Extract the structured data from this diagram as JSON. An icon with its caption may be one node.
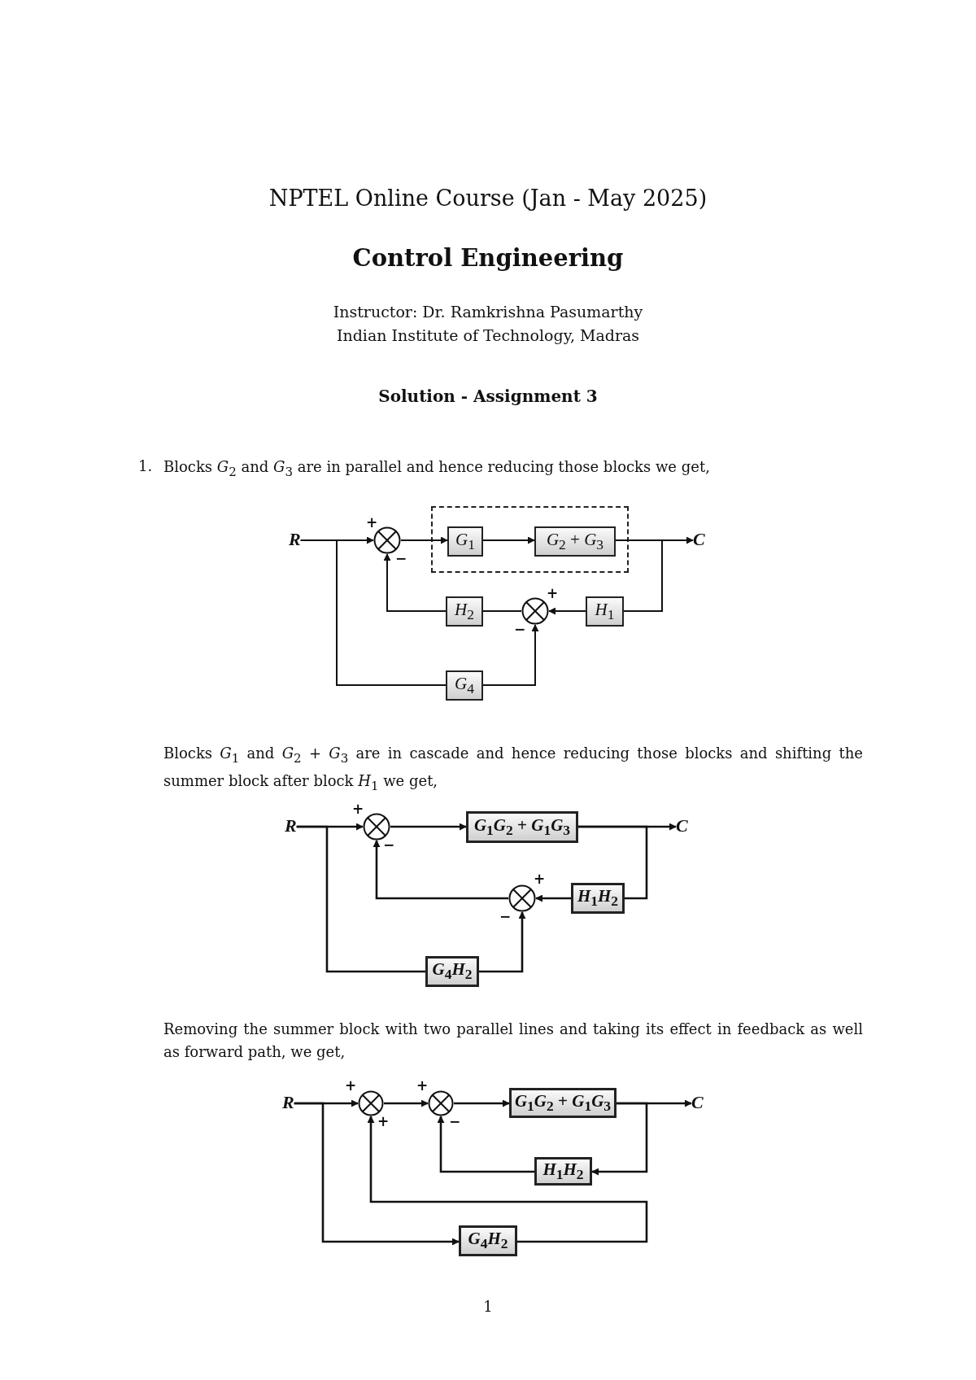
{
  "diagram": {
    "title": "NPTEL Online Course (Jan - May 2025)",
    "nodes": [
      {
        "text": [
          "*R*"
        ]
      },
      {
        "text": [],
        "shape": "circle",
        "beside": [
          "+",
          "−"
        ]
      },
      {
        "text": [],
        "shape": "box"
      },
      {
        "text": [
          "*G*$_{1}$"
        ],
        "in": 2
      },
      {
        "text": [
          "*G*$_{2}$ + *G*$_{3}$"
        ],
        "in": 2
      },
      {
        "text": [
          "*C*"
        ]
      },
      {
        "text": [
          "*H*$_{2}$"
        ]
      },
      {
        "text": [],
        "shape": "circle",
        "beside": [
          "+",
          "−"
        ]
      },
      {
        "text": [
          "*H*$_{1}$"
        ]
      },
      {
        "text": [
          "*G*$_{4}$"
        ]
      },
      {
        "text": [
          "*R*"
        ]
      },
      {
        "text": [],
        "shape": "circle",
        "beside": [
          "+",
          "−"
        ]
      },
      {
        "text": [
          "*G*$_{1}$*G*$_{2}$ + *G*$_{1}$*G*$_{3}$"
        ]
      },
      {
        "text": [
          "*C*"
        ]
      },
      {
        "text": [],
        "shape": "circle",
        "beside": [
          "+",
          "−"
        ]
      },
      {
        "text": [
          "*H*$_{1}$*H*$_{2}$"
        ]
      },
      {
        "text": [
          "*G*$_{4}$*H*$_{2}$"
        ]
      },
      {
        "text": [
          "*R*"
        ]
      },
      {
        "text": [],
        "shape": "circle",
        "beside": [
          "+",
          "+"
        ]
      },
      {
        "text": [],
        "shape": "circle",
        "beside": [
          "+",
          "−"
        ]
      },
      {
        "text": [
          "*G*$_{1}$*G*$_{2}$ + *G*$_{1}$*G*$_{3}$"
        ]
      },
      {
        "text": [
          "*C*"
        ]
      },
      {
        "text": [
          "*H*$_{1}$*H*$_{2}$"
        ]
      },
      {
        "text": [
          "*G*$_{4}$*H*$_{2}$"
        ]
      }
    ],
    "edges": [
      {
        "from": 0,
        "to": 1,
        "arrow": "to"
      },
      {
        "from": 0,
        "to": 9,
        "arrow": "none"
      },
      {
        "from": 1,
        "to": 3,
        "arrow": "to"
      },
      {
        "from": 3,
        "to": 4,
        "arrow": "to"
      },
      {
        "from": 4,
        "to": 5,
        "arrow": "to"
      },
      {
        "from": 4,
        "to": 8,
        "arrow": "none"
      },
      {
        "from": 8,
        "to": 7,
        "arrow": "to"
      },
      {
        "from": 7,
        "to": 6,
        "arrow": "none"
      },
      {
        "from": 6,
        "to": 1,
        "arrow": "to"
      },
      {
        "from": 9,
        "to": 7,
        "arrow": "to"
      },
      {
        "from": 10,
        "to": 11,
        "arrow": "to"
      },
      {
        "from": 10,
        "to": 16,
        "arrow": "none"
      },
      {
        "from": 11,
        "to": 12,
        "arrow": "to"
      },
      {
        "from": 12,
        "to": 13,
        "arrow": "to"
      },
      {
        "from": 12,
        "to": 15,
        "arrow": "none"
      },
      {
        "from": 15,
        "to": 14,
        "arrow": "to"
      },
      {
        "from": 14,
        "to": 11,
        "arrow": "to"
      },
      {
        "from": 16,
        "to": 14,
        "arrow": "to"
      },
      {
        "from": 17,
        "to": 18,
        "arrow": "to"
      },
      {
        "from": 17,
        "to": 23,
        "arrow": "to"
      },
      {
        "from": 18,
        "to": 19,
        "arrow": "to"
      },
      {
        "from": 19,
        "to": 20,
        "arrow": "to"
      },
      {
        "from": 20,
        "to": 21,
        "arrow": "to"
      },
      {
        "from": 20,
        "to": 22,
        "arrow": "to"
      },
      {
        "from": 22,
        "to": 19,
        "arrow": "to"
      },
      {
        "from": 23,
        "to": 18,
        "arrow": "to"
      }
    ],
    "labels": [
      "Control Engineering",
      "Instructor: Dr. Ramkrishna Pasumarthy",
      "Indian Institute of Technology, Madras",
      "Solution - Assignment 3",
      "1.",
      "Blocks *G*$_{2}$ and *G*$_{3}$ are in parallel and hence reducing those blocks we get,",
      "Blocks *G*$_{1}$ and *G*$_{2}$ + *G*$_{3}$ are in cascade and hence reducing those blocks and shifting the summer block after block *H*$_{1}$ we get,",
      "Removing the summer block with two parallel lines and taking its effect in feedback as well as forward path, we get,",
      "1"
    ]
  }
}
